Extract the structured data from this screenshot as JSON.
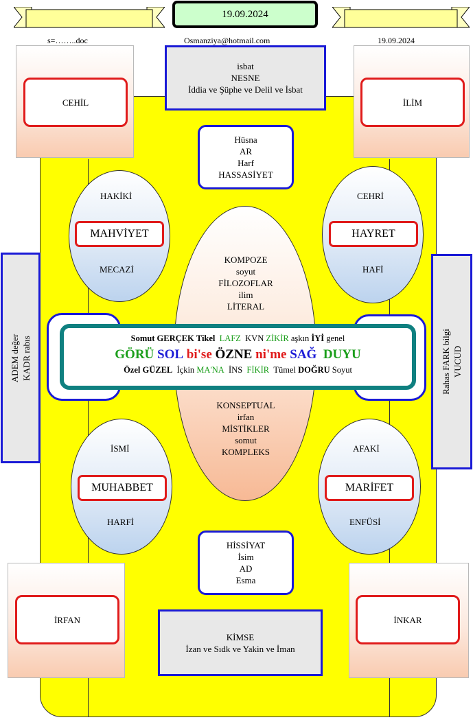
{
  "header": {
    "date_banner": "19.09.2024",
    "left_note": "s=……..doc",
    "email": "Osmanziya@hotmail.com",
    "right_date": "19.09.2024"
  },
  "top_box": [
    "isbat",
    "NESNE",
    "İddia ve Şüphe ve Delil ve İsbat"
  ],
  "bottom_box": [
    "KİMSE",
    "İzan ve Sıdk ve Yakin ve İman"
  ],
  "corners": {
    "top_left": "CEHİL",
    "top_right": "İLİM",
    "bottom_left": "İRFAN",
    "bottom_right": "İNKAR"
  },
  "upper_mid_box": [
    "Hüsna",
    "AR",
    "Harf",
    "HASSASİYET"
  ],
  "lower_mid_box": [
    "HİSSİYAT",
    "İsim",
    "AD",
    "Esma"
  ],
  "side_left": [
    "ADEM   değer",
    "KADR rabıs"
  ],
  "side_right": [
    "Rahas FARK  bilgi",
    "VUCUD"
  ],
  "ovals": {
    "top_left": {
      "top": "HAKİKİ",
      "label": "MAHVİYET",
      "bottom": "MECAZİ"
    },
    "top_right": {
      "top": "CEHRİ",
      "label": "HAYRET",
      "bottom": "HAFİ"
    },
    "bottom_left": {
      "top": "İSMİ",
      "label": "MUHABBET",
      "bottom": "HARFİ"
    },
    "bottom_right": {
      "top": "AFAKİ",
      "label": "MARİFET",
      "bottom": "ENFÜSİ"
    }
  },
  "center_upper": [
    "KOMPOZE",
    "soyut",
    "FİLOZOFLAR",
    "ilim",
    "LİTERAL"
  ],
  "center_lower": [
    "KONSEPTUAL",
    "irfan",
    "MİSTİKLER",
    "somut",
    "KOMPLEKS"
  ],
  "banner": {
    "row1": [
      "Somut",
      "GERÇEK",
      "Tikel",
      "LAFZ",
      "KVN",
      "ZİKİR",
      "aşkın",
      "İYİ",
      "genel"
    ],
    "row2": [
      "GÖRÜ",
      "SOL",
      "bi'se",
      "ÖZNE",
      "ni'me",
      "SAĞ",
      "DUYU"
    ],
    "row3": [
      "Özel",
      "GÜZEL",
      "İçkin",
      "MA'NA",
      "İNS",
      "FİKİR",
      "Tümel",
      "DOĞRU",
      "Soyut"
    ]
  },
  "colors": {
    "yellow": "#ffff00",
    "blue": "#1a1ad6",
    "red": "#e01b1b",
    "green": "#1a9e1a",
    "teal": "#0f8080"
  }
}
